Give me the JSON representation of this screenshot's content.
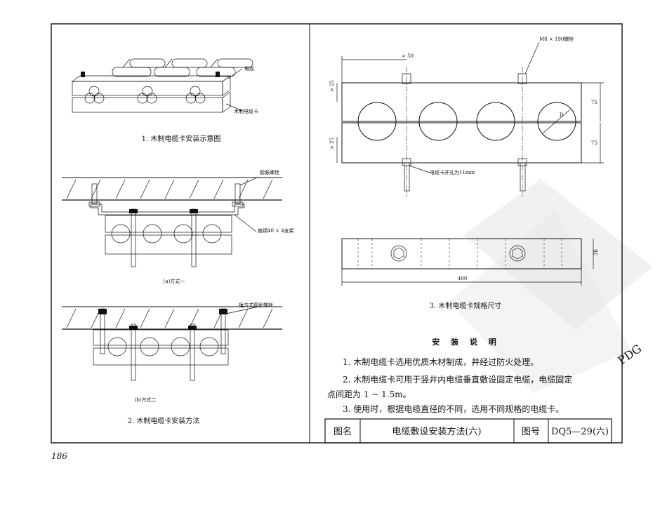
{
  "page_number": "186",
  "fig1": {
    "caption": "1. 木制电缆卡安装示意图",
    "label_cable": "电缆",
    "label_clamp": "木制电缆卡"
  },
  "fig2": {
    "caption": "2. 木制电缆卡安装方法",
    "a": {
      "label_bolt": "膨胀螺栓",
      "label_bracket": "扁钢40 × 4支架",
      "caption": "(a)方式一"
    },
    "b": {
      "label_bolt": "锤击式膨胀螺栓",
      "caption": "(b)方式二"
    }
  },
  "fig3": {
    "caption": "3. 木制电缆卡规格尺寸",
    "label_bolt": "M8 × 190螺栓",
    "label_hole": "电缆卡开孔为11mm",
    "dim_50": "> 50",
    "dim_25_top": "> 25",
    "dim_25_bottom": "> 25",
    "dim_75_top": "75",
    "dim_75_bottom": "75",
    "dim_38": "38",
    "dim_400": "400",
    "dim_d": "D"
  },
  "notes": {
    "title": "安 装 说 明",
    "line1": "1. 木制电缆卡选用优质木材制成，并经过防火处理。",
    "line2a": "2. 木制电缆卡可用于竖井内电缆垂直敷设固定电缆，电缆固定",
    "line2b": "点间距为 1 ~ 1.5m。",
    "line3": "3. 使用时，根据电缆直径的不同，选用不同规格的电缆卡。"
  },
  "title_block": {
    "name_label": "图名",
    "name_value": "电缆敷设安装方法(六)",
    "number_label": "图号",
    "number_value": "DQ5—29(六)"
  },
  "watermark": {
    "text": "PDG"
  }
}
